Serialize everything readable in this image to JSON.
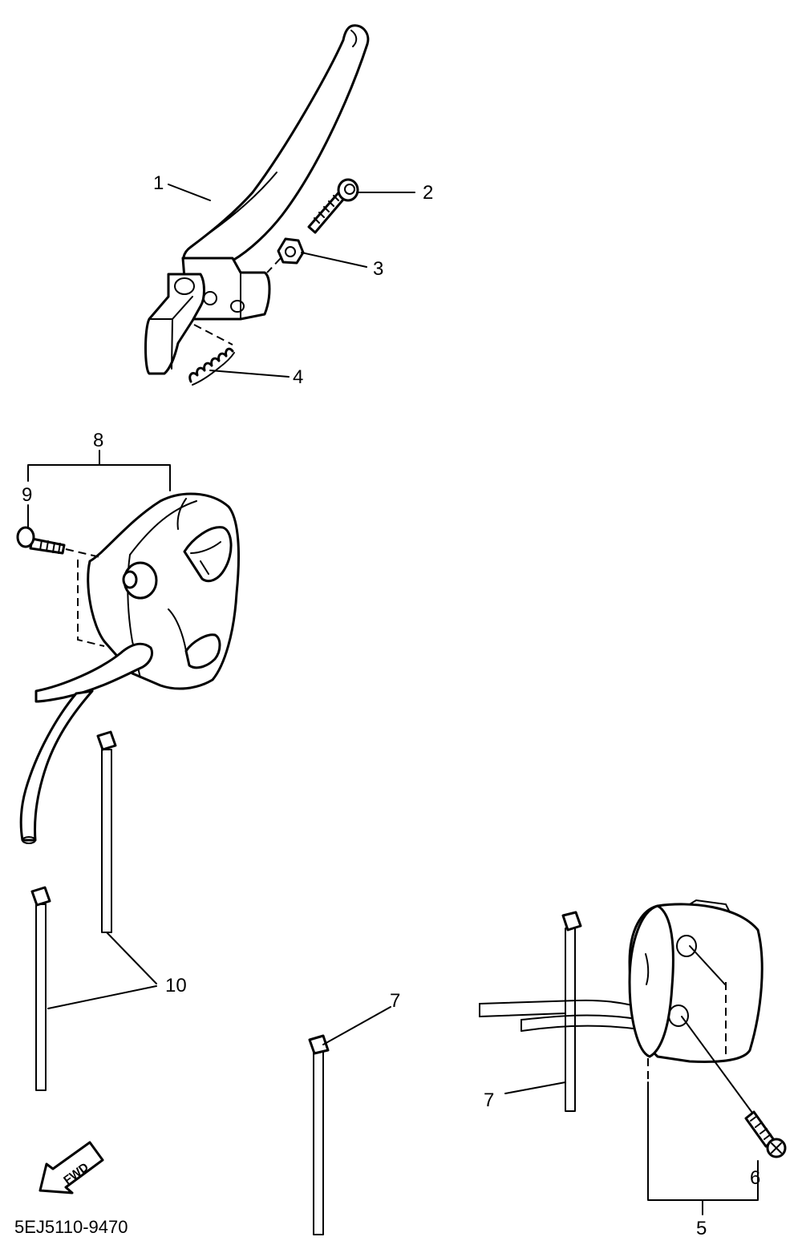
{
  "diagram_code": "5EJ5110-9470",
  "direction_arrow": {
    "label": "FWD"
  },
  "callouts": [
    {
      "id": "c1",
      "label": "1"
    },
    {
      "id": "c2",
      "label": "2"
    },
    {
      "id": "c3",
      "label": "3"
    },
    {
      "id": "c4",
      "label": "4"
    },
    {
      "id": "c5",
      "label": "5"
    },
    {
      "id": "c6",
      "label": "6"
    },
    {
      "id": "c7a",
      "label": "7"
    },
    {
      "id": "c7b",
      "label": "7"
    },
    {
      "id": "c8",
      "label": "8"
    },
    {
      "id": "c9",
      "label": "9"
    },
    {
      "id": "c10",
      "label": "10"
    }
  ]
}
